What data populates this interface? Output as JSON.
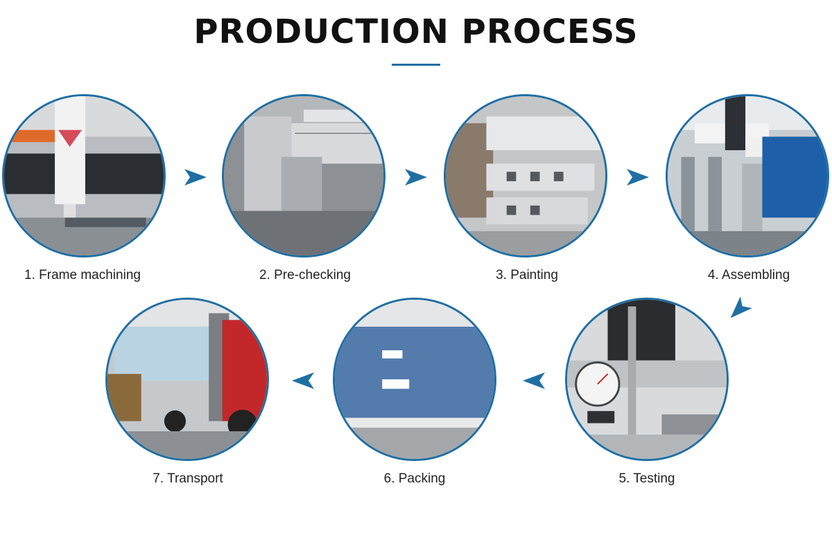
{
  "header": {
    "title": "PRODUCTION PROCESS"
  },
  "accent_color": "#1f6fa3",
  "steps": [
    {
      "label": "1. Frame machining"
    },
    {
      "label": "2. Pre-checking"
    },
    {
      "label": "3. Painting"
    },
    {
      "label": "4. Assembling"
    },
    {
      "label": "5. Testing"
    },
    {
      "label": "6. Packing"
    },
    {
      "label": "7. Transport"
    }
  ],
  "arrow_icon": "triangle-arrow-icon"
}
